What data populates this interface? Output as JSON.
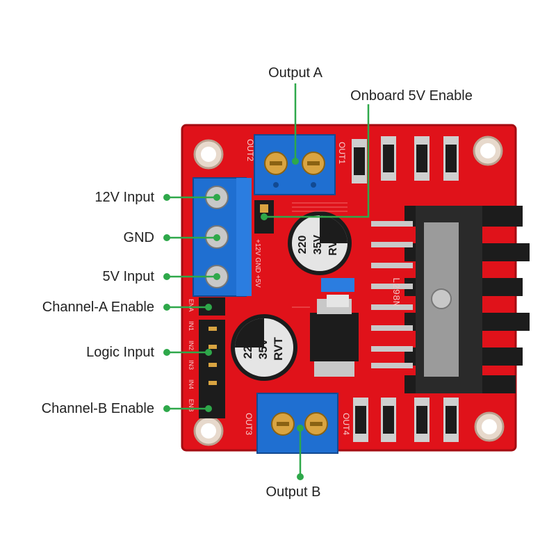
{
  "labels": {
    "output_a": "Output A",
    "onboard_5v_enable": "Onboard 5V Enable",
    "input_12v": "12V Input",
    "gnd": "GND",
    "input_5v": "5V Input",
    "channel_a_enable": "Channel-A Enable",
    "logic_input": "Logic Input",
    "channel_b_enable": "Channel-B Enable",
    "output_b": "Output B"
  },
  "silkscreen": {
    "out1": "OUT1",
    "out2": "OUT2",
    "out3": "OUT3",
    "out4": "OUT4",
    "ena": "ENA",
    "in1": "IN1",
    "in2": "IN2",
    "in3": "IN3",
    "in4": "IN4",
    "enb": "ENB",
    "power_pins": "+12V GND +5V",
    "chip_code": "L298N"
  },
  "capacitors": {
    "top_line1": "220",
    "top_line2": "35V",
    "top_line3": "RVT",
    "bottom_line1": "220",
    "bottom_line2": "35V",
    "bottom_line3": "RVT"
  },
  "colors": {
    "board": "#e0121a",
    "terminal": "#1f6fd1",
    "callout_line": "#2ea84a",
    "heatsink": "#1c1c1c",
    "text": "#222222"
  }
}
